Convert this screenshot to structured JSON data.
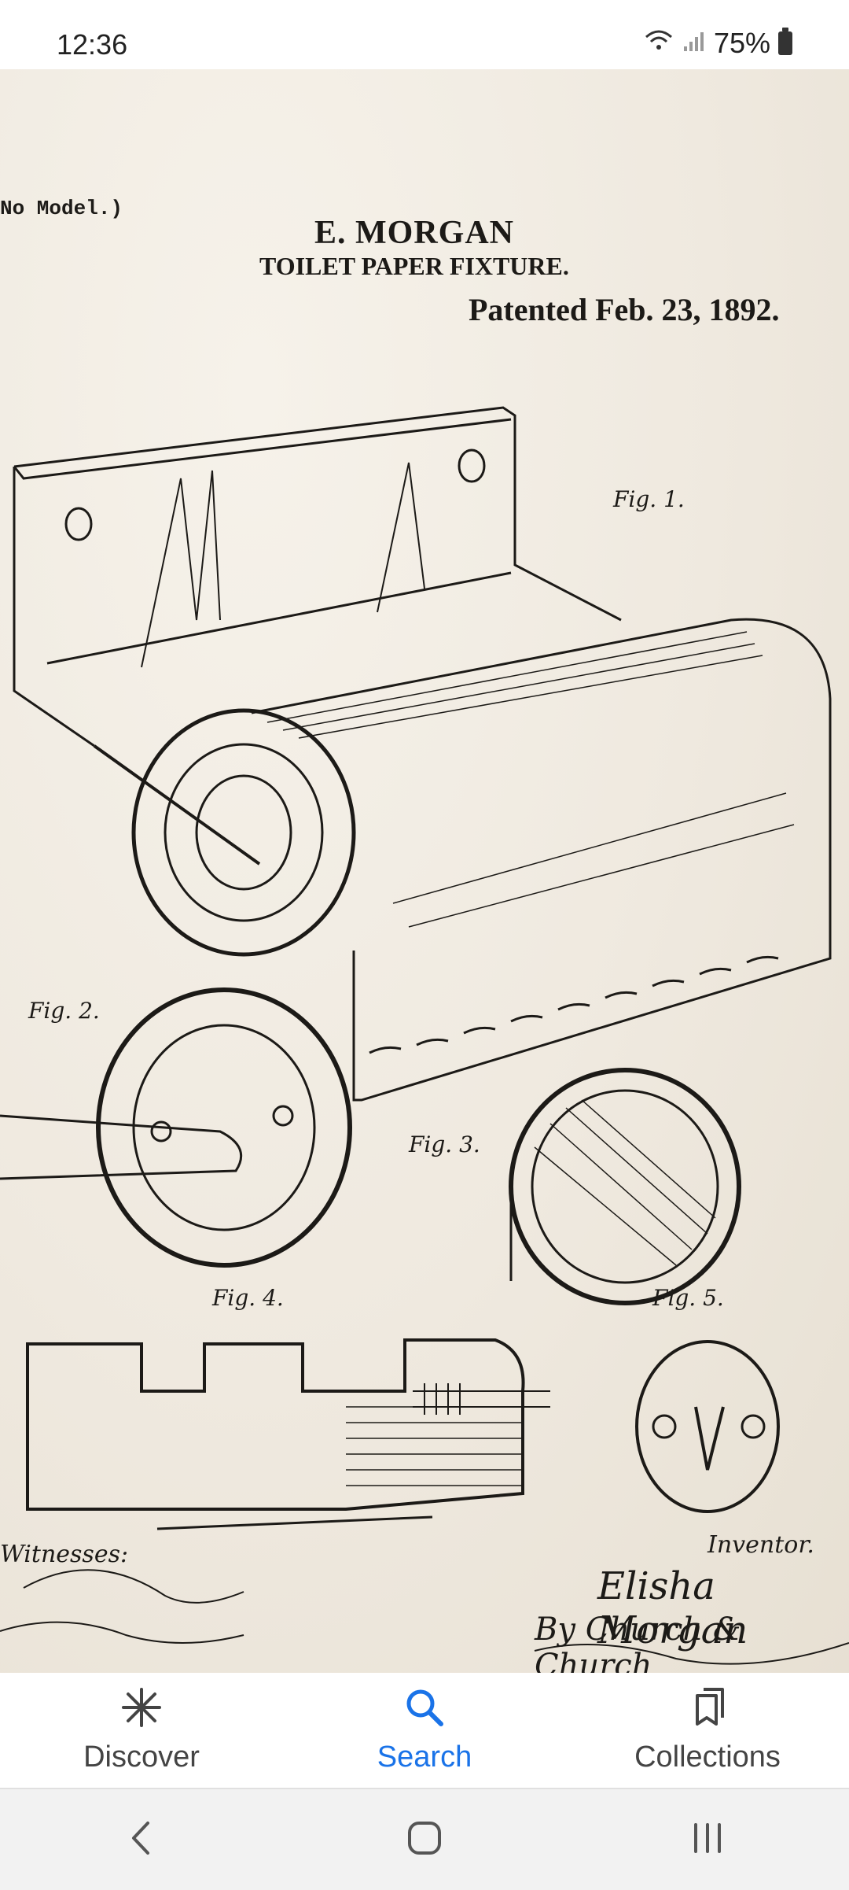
{
  "status_bar": {
    "time": "12:36",
    "battery": "75%"
  },
  "patent": {
    "no_model": "No Model.)",
    "inventor_header": "E. MORGAN",
    "title": "TOILET PAPER FIXTURE.",
    "date": "Patented Feb. 23, 1892.",
    "figures": {
      "fig1": "Fig. 1.",
      "fig2": "Fig. 2.",
      "fig3": "Fig. 3.",
      "fig4": "Fig. 4.",
      "fig5": "Fig. 5."
    },
    "witnesses_label": "Witnesses:",
    "inventor_label": "Inventor.",
    "inventor_signature": "Elisha Morgan",
    "attorney_signature": "By Church & Church"
  },
  "bottom_nav": {
    "items": [
      {
        "label": "Discover",
        "icon": "asterisk-icon"
      },
      {
        "label": "Search",
        "icon": "search-icon"
      },
      {
        "label": "Collections",
        "icon": "collections-icon"
      }
    ],
    "active": "Search"
  },
  "system_nav": {
    "back": "back-icon",
    "home": "home-icon",
    "recents": "recents-icon"
  }
}
